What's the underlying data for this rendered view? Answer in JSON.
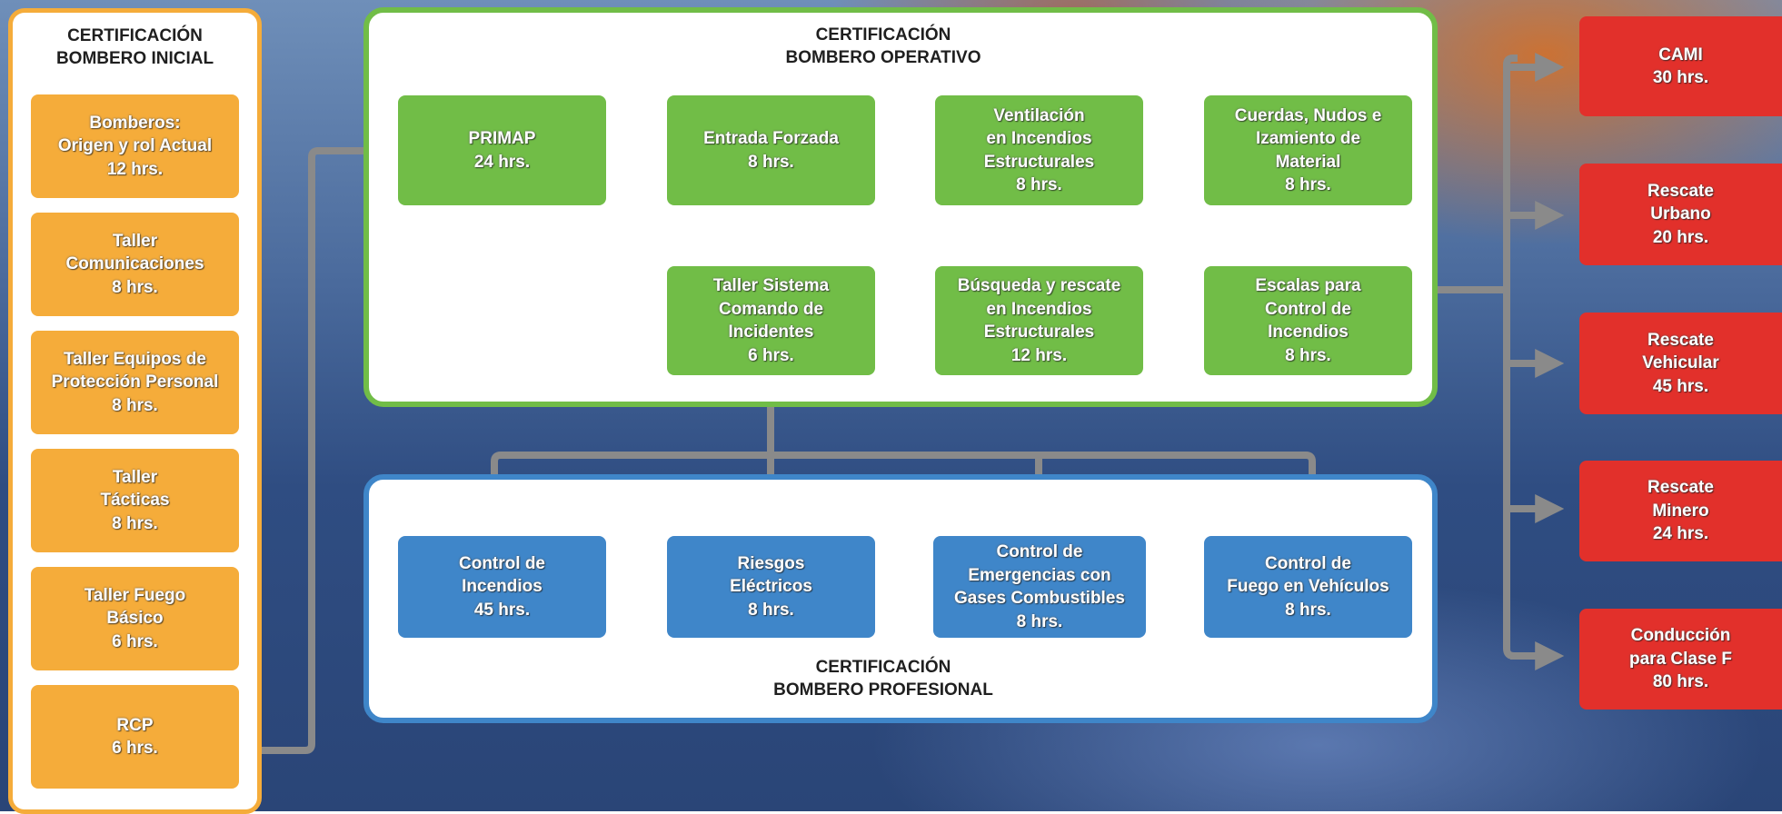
{
  "colors": {
    "orange": "#f5ac3a",
    "green": "#71bd47",
    "blue": "#3f86c9",
    "red": "#e2302b",
    "connector": "#8a8a8a"
  },
  "inicial": {
    "title": "CERTIFICACIÓN\nBOMBERO INICIAL",
    "steps": [
      "Bomberos:\nOrigen y rol Actual\n12 hrs.",
      "Taller\nComunicaciones\n8 hrs.",
      "Taller Equipos de\nProtección Personal\n8 hrs.",
      "Taller\nTácticas\n8 hrs.",
      "Taller Fuego\nBásico\n6 hrs.",
      "RCP\n6 hrs."
    ]
  },
  "operativo": {
    "title": "CERTIFICACIÓN\nBOMBERO OPERATIVO",
    "steps": [
      "PRIMAP\n24 hrs.",
      "Entrada Forzada\n8 hrs.",
      "Ventilación\nen Incendios\nEstructurales\n8 hrs.",
      "Cuerdas, Nudos e\nIzamiento de\nMaterial\n8 hrs.",
      "Escalas para\nControl de\nIncendios\n8 hrs.",
      "Búsqueda y rescate\nen Incendios\nEstructurales\n12 hrs.",
      "Taller Sistema\nComando de\nIncidentes\n6 hrs."
    ]
  },
  "profesional": {
    "title": "CERTIFICACIÓN\nBOMBERO PROFESIONAL",
    "steps": [
      "Control de\nIncendios\n45 hrs.",
      "Riesgos\nEléctricos\n8 hrs.",
      "Control de\nEmergencias con\nGases Combustibles\n8 hrs.",
      "Control de\nFuego en Vehículos\n8 hrs."
    ]
  },
  "especialidades": [
    "CAMI\n30 hrs.",
    "Rescate\nUrbano\n20 hrs.",
    "Rescate\nVehicular\n45 hrs.",
    "Rescate\nMinero\n24 hrs.",
    "Conducción\npara Clase F\n80 hrs."
  ]
}
